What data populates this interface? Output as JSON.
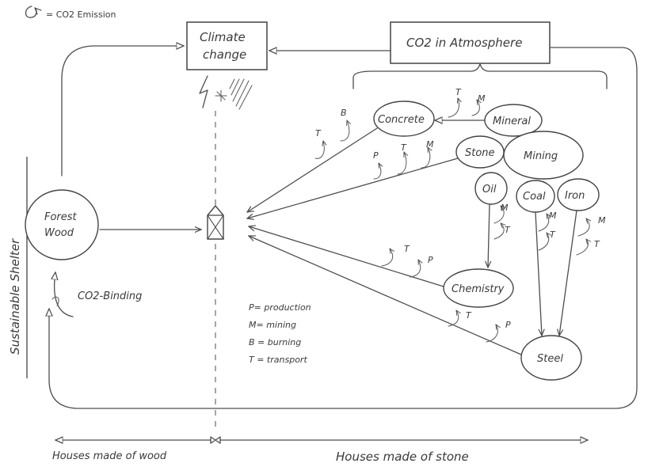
{
  "legend_emission": "= CO2 Emission",
  "nodes": {
    "climate_change_1": "Climate",
    "climate_change_2": "change",
    "co2_atmosphere": "CO2 in Atmosphere",
    "concrete": "Concrete",
    "mineral": "Mineral",
    "stone": "Stone",
    "mining": "Mining",
    "oil": "Oil",
    "coal": "Coal",
    "iron": "Iron",
    "chemistry": "Chemistry",
    "steel": "Steel",
    "forest_1": "Forest",
    "forest_2": "Wood"
  },
  "co2_binding": "CO2-Binding",
  "side_label": "Sustainable Shelter",
  "key": [
    "P= production",
    "M= mining",
    "B = burning",
    "T = transport"
  ],
  "letters": {
    "t": "T",
    "m": "M",
    "b": "B",
    "p": "P"
  },
  "bottom": {
    "wood": "Houses made of wood",
    "stone": "Houses made of stone"
  }
}
